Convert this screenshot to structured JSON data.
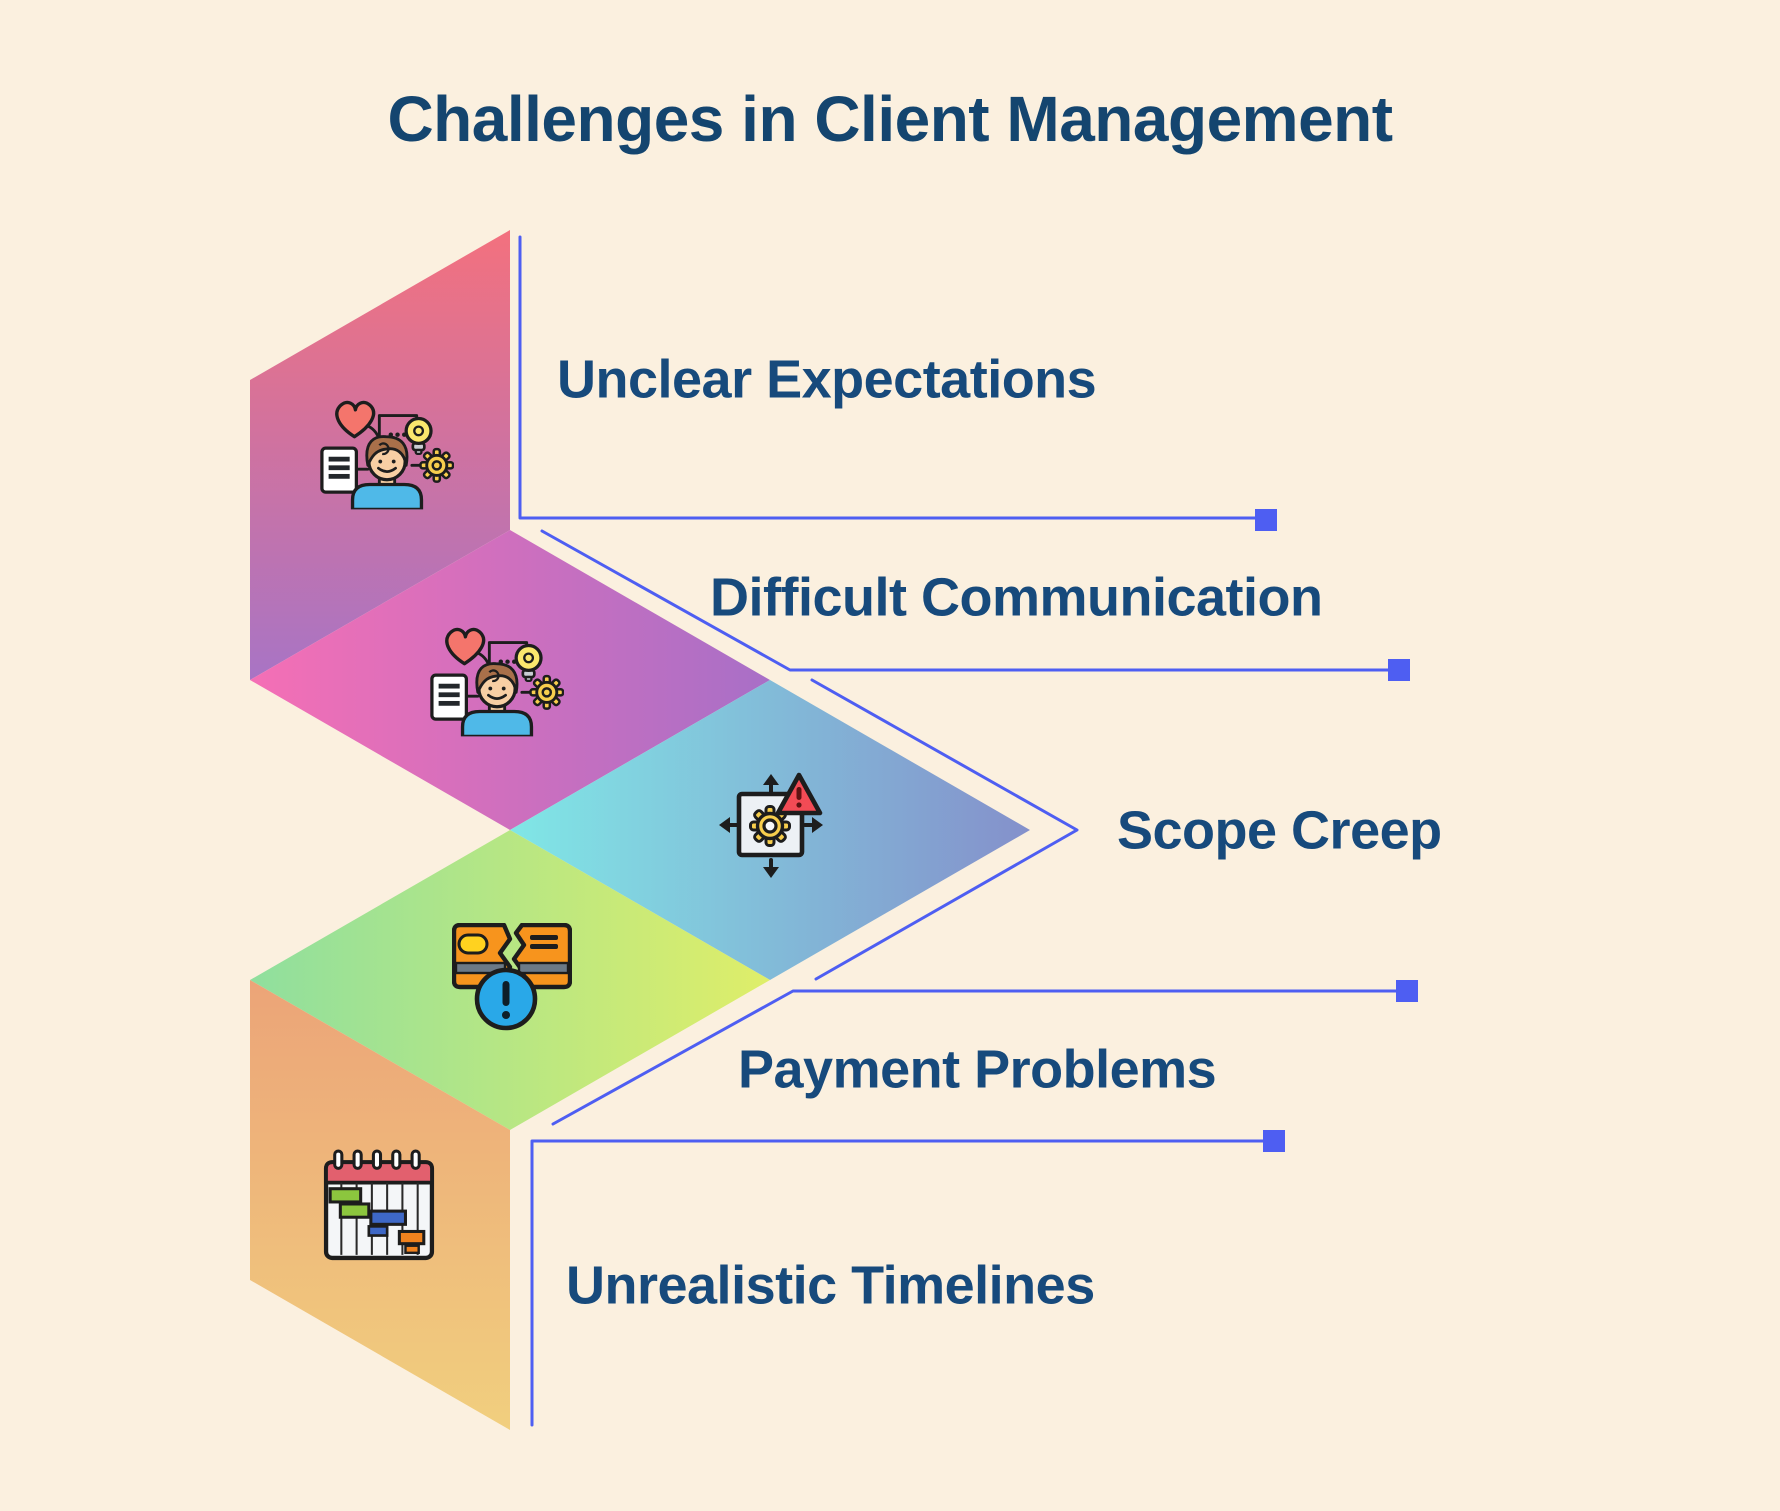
{
  "title": "Challenges in Client Management",
  "background_color": "#FBF0DF",
  "colors": {
    "connector": "#4E5EF2",
    "title_text": "#14456F",
    "label_text": "#174A7C"
  },
  "items": [
    {
      "label": "Unclear Expectations",
      "icon": "client-mind-icon",
      "gradient": {
        "from": "#F3717E",
        "to": "#A874C5"
      }
    },
    {
      "label": "Difficult Communication",
      "icon": "client-mind-icon",
      "gradient": {
        "from": "#F56FB5",
        "to": "#A86FC7"
      }
    },
    {
      "label": "Scope Creep",
      "icon": "scope-creep-icon",
      "gradient": {
        "from": "#80E7E6",
        "to": "#8490CB"
      }
    },
    {
      "label": "Payment Problems",
      "icon": "broken-payment-icon",
      "gradient": {
        "from": "#8FDF9E",
        "to": "#DFEE69"
      }
    },
    {
      "label": "Unrealistic Timelines",
      "icon": "gantt-calendar-icon",
      "gradient": {
        "from": "#ECA478",
        "to": "#F1CF7E"
      }
    }
  ]
}
